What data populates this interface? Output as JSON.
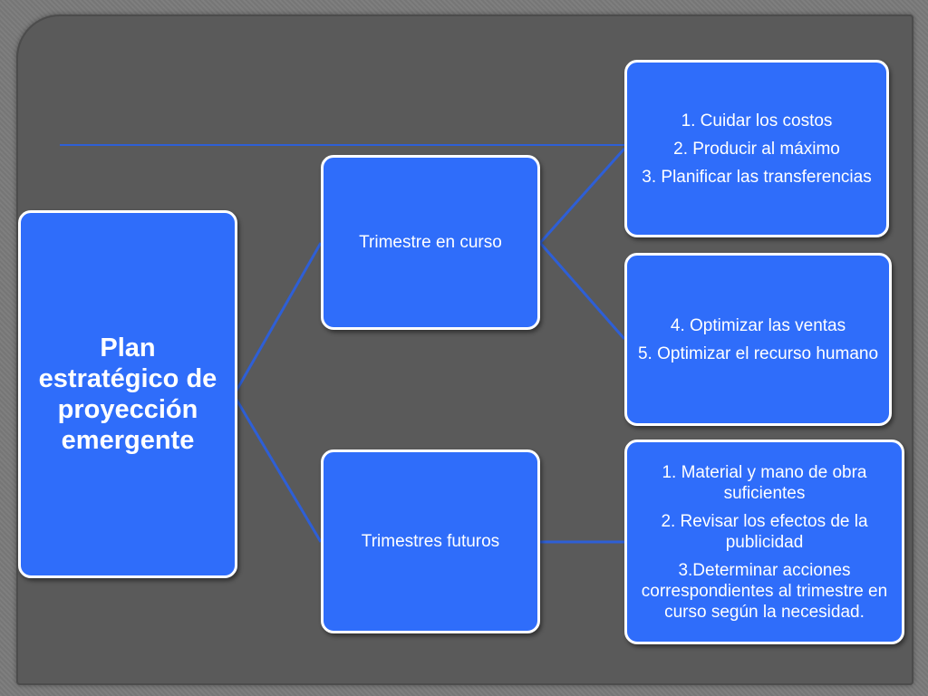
{
  "colors": {
    "slide_background": "#5a5a5a",
    "box_fill": "#2f6dfa",
    "box_border": "#ffffff",
    "connector": "#2e5fd6"
  },
  "root": {
    "title": "Plan estratégico de proyección emergente"
  },
  "branches": [
    {
      "label": "Trimestre en curso",
      "children": [
        {
          "lines": [
            "1. Cuidar los costos",
            "2. Producir al máximo",
            "3.  Planificar  las transferencias"
          ]
        },
        {
          "lines": [
            "4. Optimizar las ventas",
            "5. Optimizar el recurso humano"
          ]
        }
      ]
    },
    {
      "label": "Trimestres futuros",
      "children": [
        {
          "lines": [
            "1. Material y mano de obra suficientes",
            "2.   Revisar los efectos de la publicidad",
            "3.Determinar acciones correspondientes al trimestre en curso según la necesidad."
          ]
        }
      ]
    }
  ]
}
